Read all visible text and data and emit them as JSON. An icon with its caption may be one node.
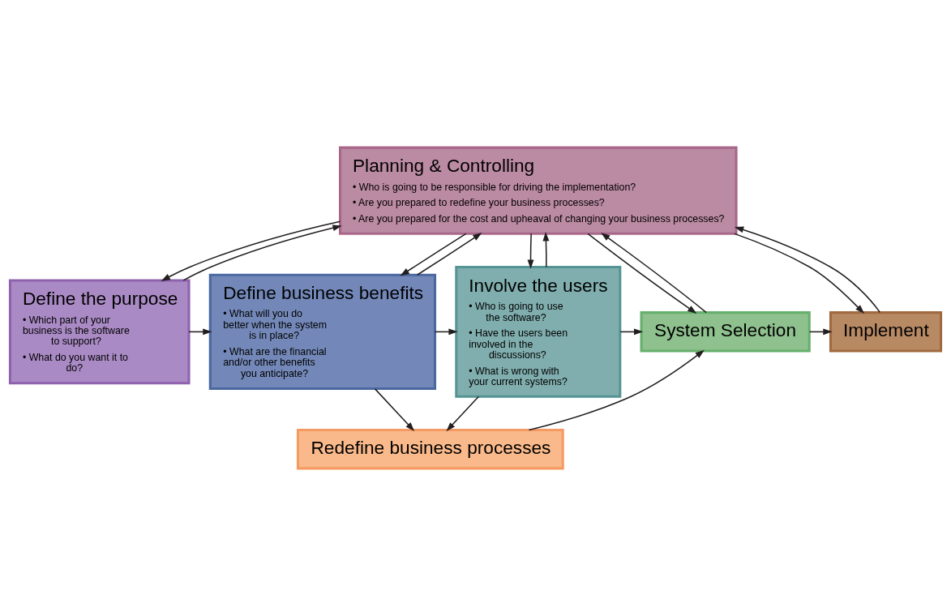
{
  "diagram": {
    "nodes": [
      {
        "text": [
          "Planning & Controlling",
          "• Who is going to be responsible for driving the implementation?",
          "• Are you prepared to redefine your business processes?",
          "• Are you prepared for the cost and upheaval of changing your business processes?"
        ]
      },
      {
        "text": [
          "Define the purpose",
          "• Which part of your business is the software to support?",
          "• What do you want it to do?"
        ]
      },
      {
        "text": [
          "Define business benefits",
          "• What will you do better when the system is in place?",
          "• What are the financial and/or other benefits you anticipate?"
        ]
      },
      {
        "text": [
          "Involve the users",
          "• Who is going to use the software?",
          "• Have the users been involved in the discussions?",
          "• What is wrong with your current systems?"
        ]
      },
      {
        "text": [
          "System Selection"
        ]
      },
      {
        "text": [
          "Implement"
        ]
      },
      {
        "text": [
          "Redefine business processes"
        ]
      }
    ],
    "edges": [
      {
        "from": 1,
        "to": 0,
        "arrow": "to"
      },
      {
        "from": 0,
        "to": 1,
        "arrow": "to"
      },
      {
        "from": 2,
        "to": 0,
        "arrow": "to"
      },
      {
        "from": 0,
        "to": 2,
        "arrow": "to"
      },
      {
        "from": 3,
        "to": 0,
        "arrow": "to"
      },
      {
        "from": 0,
        "to": 3,
        "arrow": "to"
      },
      {
        "from": 0,
        "to": 4,
        "arrow": "to"
      },
      {
        "from": 4,
        "to": 0,
        "arrow": "to"
      },
      {
        "from": 5,
        "to": 0,
        "arrow": "to"
      },
      {
        "from": 0,
        "to": 5,
        "arrow": "to"
      },
      {
        "from": 1,
        "to": 2,
        "arrow": "to"
      },
      {
        "from": 2,
        "to": 3,
        "arrow": "to"
      },
      {
        "from": 3,
        "to": 4,
        "arrow": "to"
      },
      {
        "from": 4,
        "to": 5,
        "arrow": "to"
      },
      {
        "from": 2,
        "to": 6,
        "arrow": "to"
      },
      {
        "from": 3,
        "to": 6,
        "arrow": "to"
      },
      {
        "from": 6,
        "to": 4,
        "arrow": "to"
      }
    ]
  }
}
